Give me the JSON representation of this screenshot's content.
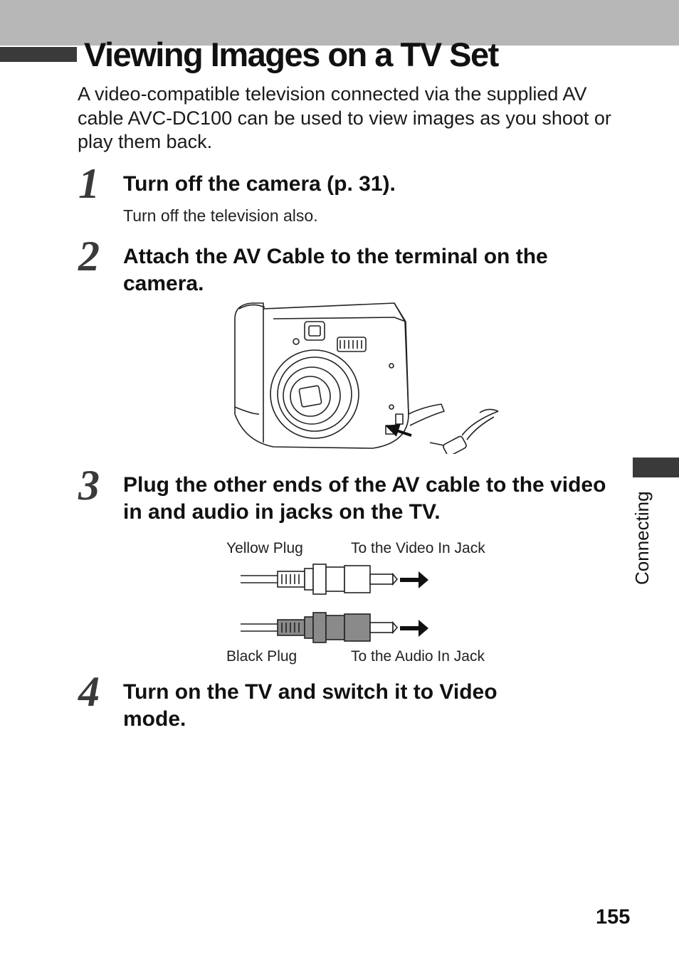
{
  "page": {
    "title": "Viewing Images on a TV Set",
    "intro": "A video-compatible television connected via the supplied AV cable AVC-DC100 can be used to view images as you shoot or play them back.",
    "side_tab_label": "Connecting",
    "page_number": "155"
  },
  "steps": [
    {
      "number": "1",
      "heading": "Turn off the camera (p. 31).",
      "note": "Turn off the television also."
    },
    {
      "number": "2",
      "heading": "Attach the AV Cable to the terminal on the camera."
    },
    {
      "number": "3",
      "heading": "Plug the other ends of the AV cable to the video in and audio in jacks on the TV."
    },
    {
      "number": "4",
      "heading": "Turn on the TV and switch it to Video mode."
    }
  ],
  "plug_figure": {
    "yellow_plug_label": "Yellow Plug",
    "video_jack_label": "To the Video In Jack",
    "black_plug_label": "Black Plug",
    "audio_jack_label": "To the Audio In Jack"
  },
  "colors": {
    "band": "#b7b7b7",
    "accent_dark": "#3a3a3a",
    "plug_black": "#8a8a8a",
    "plug_yellow": "#ffffff"
  }
}
